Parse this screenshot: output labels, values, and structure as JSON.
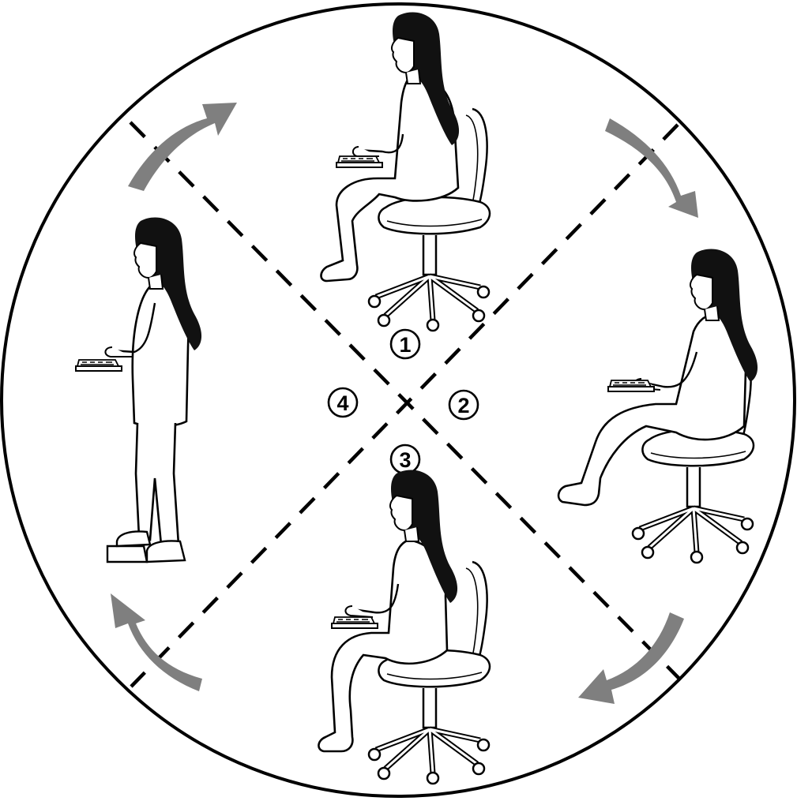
{
  "diagram": {
    "quadrants": [
      {
        "number": "1",
        "posture": "upright-seated"
      },
      {
        "number": "2",
        "posture": "reclined-seated"
      },
      {
        "number": "3",
        "posture": "forward-seated"
      },
      {
        "number": "4",
        "posture": "standing"
      }
    ],
    "colors": {
      "outline": "#000000",
      "arrow": "#808080",
      "hair": "#111111",
      "background": "#ffffff"
    },
    "icons": [
      "rotation-arrow-icon",
      "divider-line",
      "person-figure",
      "office-chair",
      "keyboard-tray",
      "footrest"
    ]
  }
}
